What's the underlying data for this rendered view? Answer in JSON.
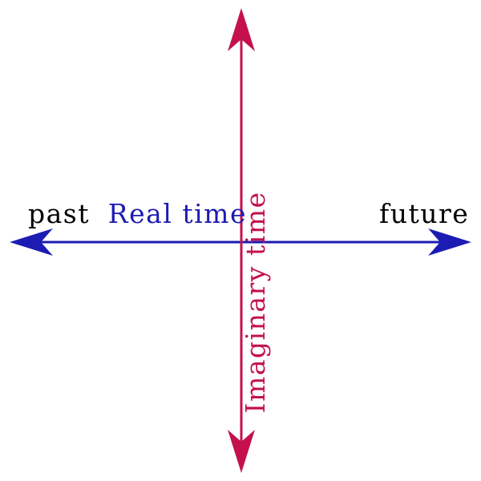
{
  "background_color": "#ffffff",
  "real_axis": {
    "label": "Real time",
    "color": "#1c1cb2",
    "past_label": "past",
    "future_label": "future",
    "end_labels_color": "#000000"
  },
  "imaginary_axis": {
    "label": "Imaginary time",
    "color": "#c4114e"
  }
}
